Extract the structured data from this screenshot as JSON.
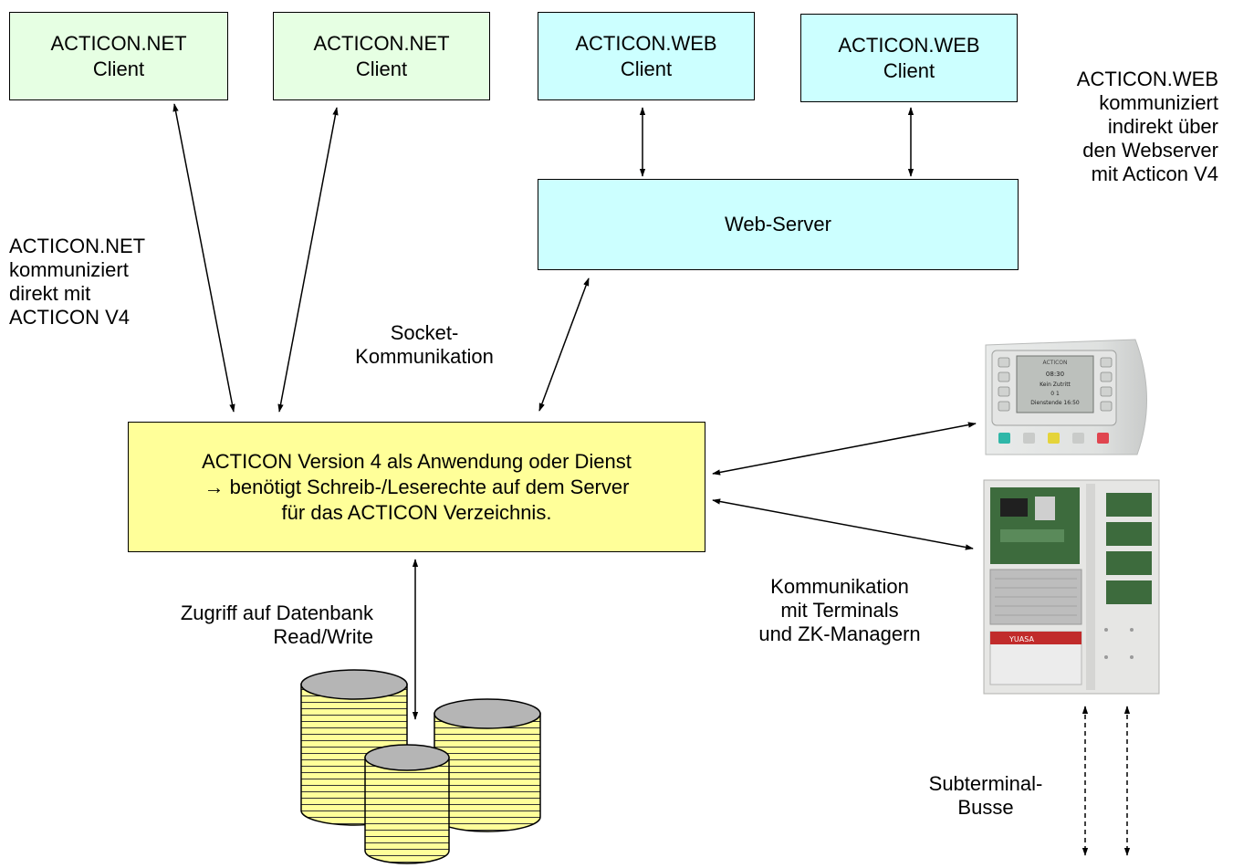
{
  "clients": {
    "net1": {
      "line1": "ACTICON.NET",
      "line2": "Client"
    },
    "net2": {
      "line1": "ACTICON.NET",
      "line2": "Client"
    },
    "web1": {
      "line1": "ACTICON.WEB",
      "line2": "Client"
    },
    "web2": {
      "line1": "ACTICON.WEB",
      "line2": "Client"
    }
  },
  "webserver": {
    "label": "Web-Server"
  },
  "core": {
    "line1": "ACTICON Version 4 als Anwendung oder Dienst",
    "line2": "→ benötigt Schreib-/Leserechte auf dem Server",
    "line3": "für das ACTICON Verzeichnis."
  },
  "notes": {
    "web_note": [
      "ACTICON.WEB",
      "kommuniziert",
      "indirekt über",
      "den Webserver",
      "mit Acticon V4"
    ],
    "net_note": [
      "ACTICON.NET",
      "kommuniziert",
      "direkt mit",
      "ACTICON V4"
    ],
    "socket": [
      "Socket-",
      "Kommunikation"
    ],
    "db_access": [
      "Zugriff auf Datenbank",
      "Read/Write"
    ],
    "terminals": [
      "Kommunikation",
      "mit Terminals",
      "und ZK-Managern"
    ],
    "subterminal": [
      "Subterminal-",
      "Busse"
    ]
  },
  "terminal_keypad": {
    "header": "ACTICON",
    "screen": [
      "08:30",
      "Kein Zutritt",
      "0 1",
      "Dienstende 16:50"
    ]
  },
  "battery_brand": "YUASA",
  "colors": {
    "net_client": "#e6ffe3",
    "web_client": "#ccffff",
    "core": "#ffff99",
    "database": "#ffff99",
    "database_top": "#b5b5b5"
  }
}
